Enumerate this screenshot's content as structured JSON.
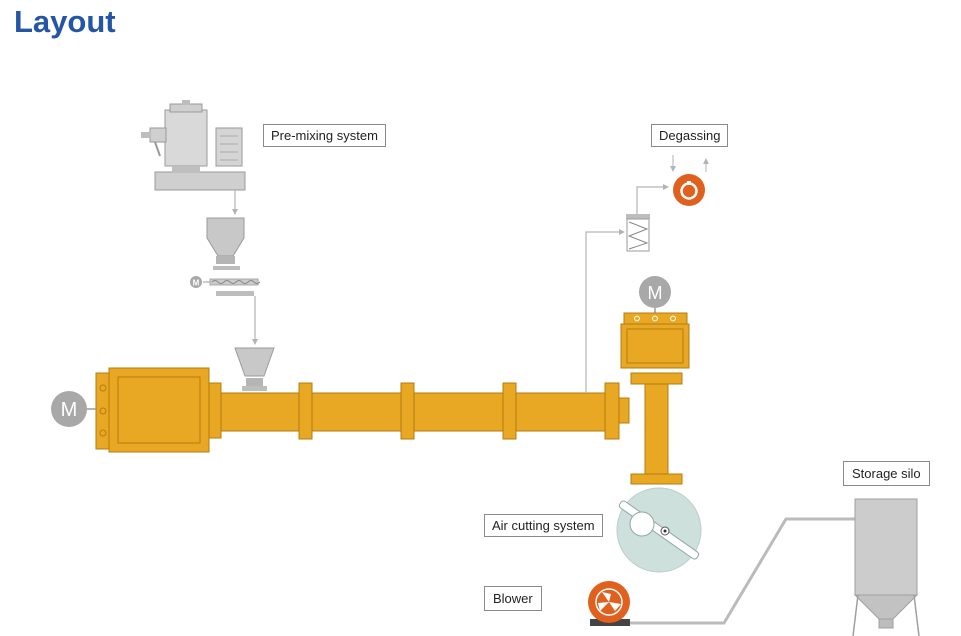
{
  "title": "Layout",
  "labels": {
    "pre_mixing": "Pre-mixing system",
    "degassing": "Degassing",
    "air_cutting": "Air cutting system",
    "blower": "Blower",
    "storage_silo": "Storage  silo"
  },
  "motor_letter": "M",
  "colors": {
    "extruder": "#e8a823",
    "extruder_dark": "#b57d10",
    "orange": "#e0601d",
    "grey_equipment": "#c9c9c9",
    "motor_grey": "#a8a8a8",
    "cutter": "#cde0dc",
    "line": "#b3b3b3",
    "title": "#2456a5"
  }
}
